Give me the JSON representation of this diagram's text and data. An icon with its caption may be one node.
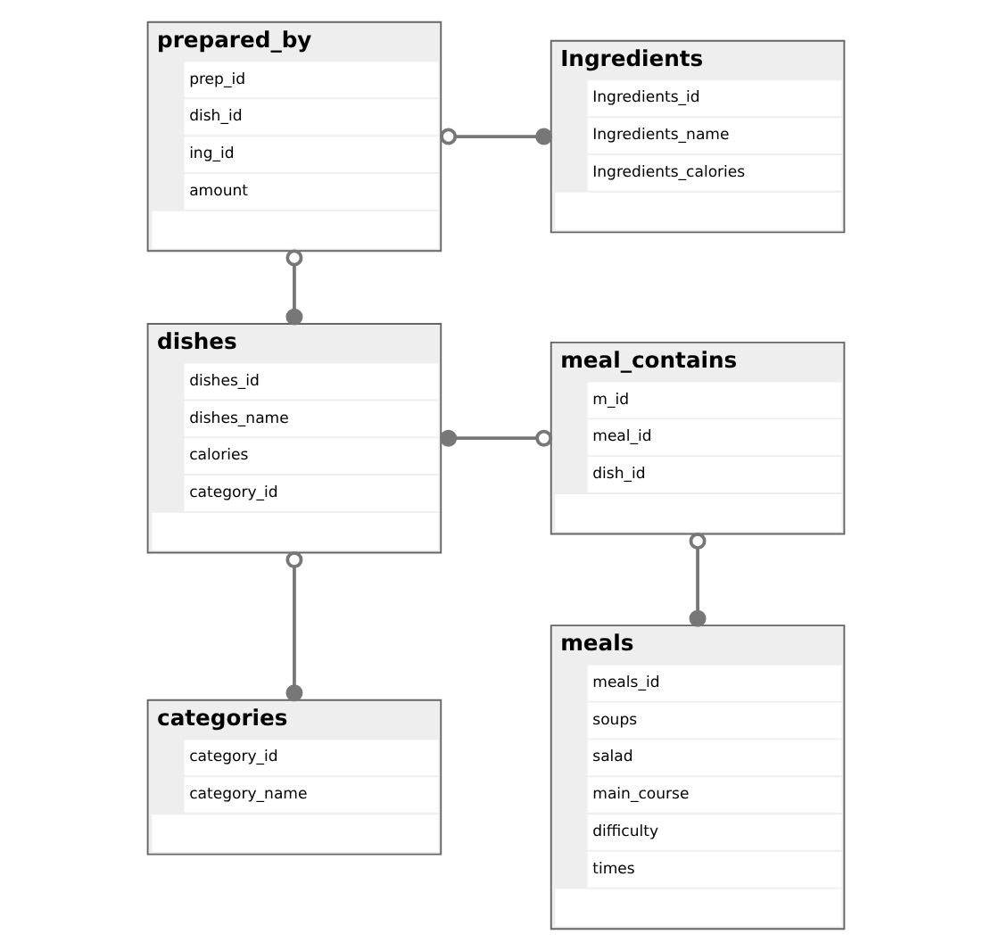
{
  "diagram": {
    "nodes": [
      {
        "text": [
          "prepared_by",
          "prep_id",
          "dish_id",
          "ing_id",
          "amount"
        ]
      },
      {
        "text": [
          "Ingredients",
          "Ingredients_id",
          "Ingredients_name",
          "Ingredients_calories"
        ]
      },
      {
        "text": [
          "dishes",
          "dishes_id",
          "dishes_name",
          "calories",
          "category_id"
        ]
      },
      {
        "text": [
          "meal_contains",
          "m_id",
          "meal_id",
          "dish_id"
        ]
      },
      {
        "text": [
          "meals",
          "meals_id",
          "soups",
          "salad",
          "main_course",
          "difficulty",
          "times"
        ]
      },
      {
        "text": [
          "categories",
          "category_id",
          "category_name"
        ]
      }
    ],
    "edges": [
      {
        "from": 0,
        "to": 1,
        "arrow": "other"
      },
      {
        "from": 0,
        "to": 2,
        "arrow": "other"
      },
      {
        "from": 3,
        "to": 2,
        "arrow": "other"
      },
      {
        "from": 3,
        "to": 4,
        "arrow": "other"
      },
      {
        "from": 2,
        "to": 5,
        "arrow": "other"
      }
    ]
  }
}
